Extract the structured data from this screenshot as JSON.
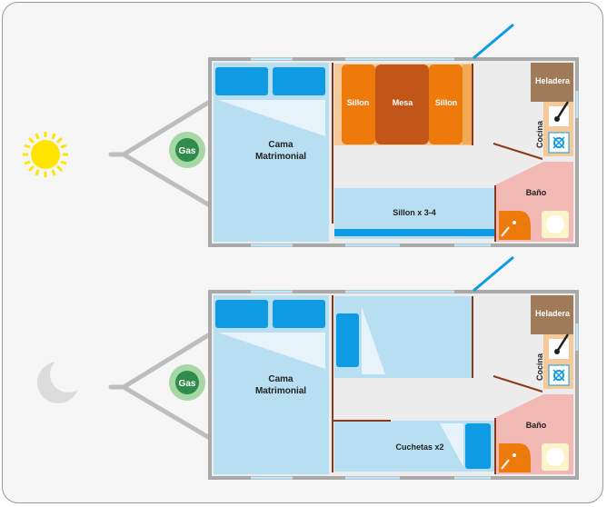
{
  "colors": {
    "background": "#f6f6f6",
    "floor": "#ececec",
    "wall": "#a9a9a9",
    "bed_blue": "#b7def1",
    "pillow_blue": "#0e9be3",
    "sofa_orange": "#ef7a0c",
    "sofa_back": "#f3aa55",
    "table_brown": "#c25518",
    "fridge_brown": "#a07b59",
    "kitchen_tan": "#f6c99a",
    "bath_pink": "#f2b8b4",
    "gas_green": "#a6d7a4",
    "gas_dark": "#2f8c4a",
    "sun_yellow": "#ffe500",
    "moon_gray": "#dcdcdc",
    "door_line": "#0e9be3",
    "partition_brown": "#8a3a1a"
  },
  "day_plan": {
    "icon": "sun-icon",
    "gas_label": "Gas",
    "bed_label_line1": "Cama",
    "bed_label_line2": "Matrimonial",
    "sillon_left": "Sillon",
    "mesa": "Mesa",
    "sillon_right": "Sillon",
    "heladera": "Heladera",
    "cocina": "Cocina",
    "bano": "Baño",
    "bottom_sofa": "Sillon x 3-4"
  },
  "night_plan": {
    "icon": "moon-icon",
    "gas_label": "Gas",
    "bed_label_line1": "Cama",
    "bed_label_line2": "Matrimonial",
    "heladera": "Heladera",
    "cocina": "Cocina",
    "bano": "Baño",
    "bunks": "Cuchetas x2"
  }
}
